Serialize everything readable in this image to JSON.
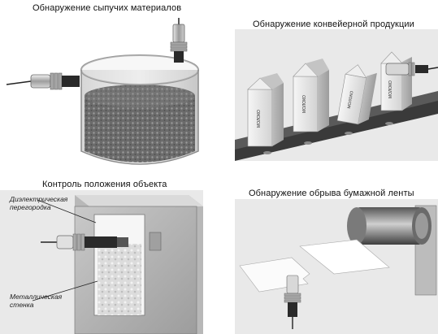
{
  "panels": {
    "bulk": {
      "caption": "Обнаружение сыпучих материалов"
    },
    "conveyor": {
      "caption": "Обнаружение конвейерной продукции",
      "carton_text": "МОЛОКО"
    },
    "position": {
      "caption": "Контроль положения объекта",
      "callout_dielectric_1": "Диэлектрическая",
      "callout_dielectric_2": "перегородка",
      "callout_metal_1": "Металлическая",
      "callout_metal_2": "стенка"
    },
    "paper": {
      "caption": "Обнаружение обрыва бумажной ленты"
    }
  },
  "colors": {
    "panel_bg": "#e9e9e9",
    "steel": "#c8c8c8",
    "dark": "#333333"
  }
}
